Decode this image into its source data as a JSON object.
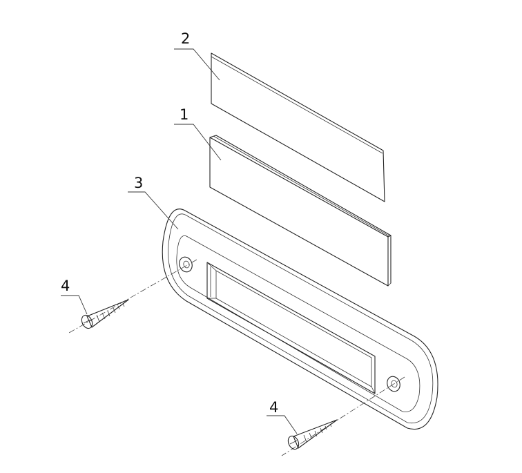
{
  "callouts": {
    "label_1": "1",
    "label_2": "2",
    "label_3": "3",
    "label_4a": "4",
    "label_4b": "4"
  }
}
